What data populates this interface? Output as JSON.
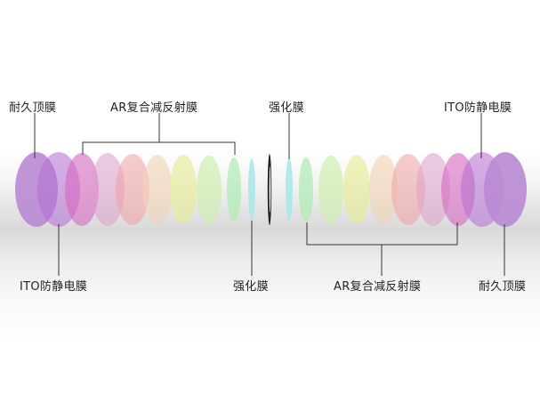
{
  "labels": {
    "top_left_durable": "耐久顶膜",
    "top_ar": "AR复合减反射膜",
    "top_strengthen": "强化膜",
    "top_ito": "ITO防静电膜",
    "bottom_ito": "ITO防静电膜",
    "bottom_strengthen": "强化膜",
    "bottom_ar": "AR复合减反射膜",
    "bottom_right_durable": "耐久顶膜"
  },
  "colors": {
    "durable": "#b98ad4",
    "ito": "#b46cd4",
    "ar_magenta": "#d768bf",
    "ar_pink": "#dc9fcc",
    "ar_salmon": "#f0a0a0",
    "ar_peach": "#f2d4b4",
    "ar_yellow": "#e6ec96",
    "ar_lightgreen": "#cfeeb0",
    "ar_green": "#b2ecb6",
    "strengthen": "#a6e6ea",
    "center_lens": "#222222",
    "leader_line": "#333333"
  }
}
